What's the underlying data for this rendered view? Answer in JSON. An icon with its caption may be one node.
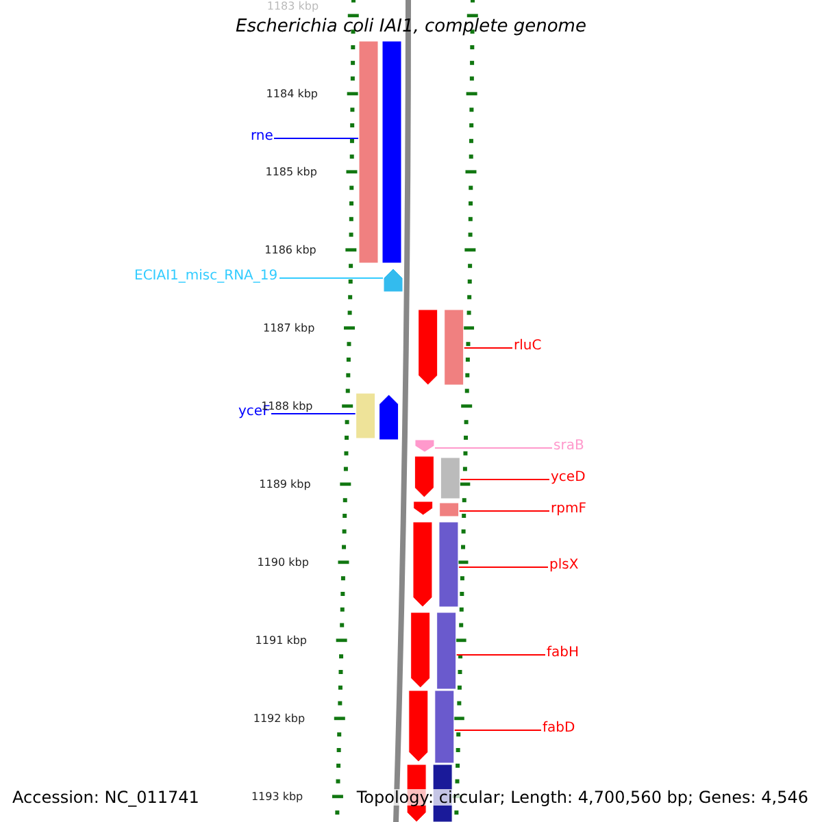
{
  "diagram": {
    "title": "Escherichia coli IAI1, complete genome",
    "nodes": [
      {
        "text": [
          "rne"
        ]
      },
      {
        "text": [
          "ECIAI1_misc_RNA_19"
        ]
      },
      {
        "text": [
          "rluC"
        ]
      },
      {
        "text": [
          "yceF"
        ]
      },
      {
        "text": [
          "sraB"
        ]
      },
      {
        "text": [
          "yceD"
        ]
      },
      {
        "text": [
          "rpmF"
        ]
      },
      {
        "text": [
          "plsX"
        ]
      },
      {
        "text": [
          "fabH"
        ]
      },
      {
        "text": [
          "fabD"
        ]
      },
      {
        "text": [],
        "shape": "bar"
      },
      {
        "text": [],
        "shape": "bar"
      },
      {
        "text": [],
        "shape": "bar"
      },
      {
        "text": [],
        "shape": "bar"
      },
      {
        "text": [],
        "shape": "bar"
      },
      {
        "text": [],
        "shape": "bar"
      },
      {
        "text": [],
        "shape": "bar"
      },
      {
        "text": [],
        "shape": "bar"
      },
      {
        "text": [],
        "shape": "bar"
      },
      {
        "text": [],
        "shape": "bar"
      }
    ],
    "edges": [
      {
        "from": 0,
        "to": 10,
        "arrow": "none",
        "color": "#0000ff"
      },
      {
        "from": 1,
        "to": 11,
        "arrow": "none",
        "color": "#33ccff"
      },
      {
        "from": 2,
        "to": 12,
        "arrow": "none"
      },
      {
        "from": 3,
        "to": 13,
        "arrow": "none",
        "color": "#0000ff"
      },
      {
        "from": 4,
        "to": 14,
        "arrow": "none",
        "color": "#ff99cc"
      },
      {
        "from": 5,
        "to": 15,
        "arrow": "none"
      },
      {
        "from": 6,
        "to": 16,
        "arrow": "none"
      },
      {
        "from": 7,
        "to": 17,
        "arrow": "none"
      },
      {
        "from": 8,
        "to": 18,
        "arrow": "none"
      },
      {
        "from": 9,
        "to": 19,
        "arrow": "none"
      }
    ],
    "labels": [
      "1183 kbp",
      "1184 kbp",
      "1185 kbp",
      "1186 kbp",
      "1187 kbp",
      "1188 kbp",
      "1189 kbp",
      "1190 kbp",
      "1191 kbp",
      "1192 kbp",
      "1193 kbp",
      "Accession: NC_011741",
      "Topology: circular; Length: 4,700,560 bp; Genes: 4,546"
    ]
  }
}
